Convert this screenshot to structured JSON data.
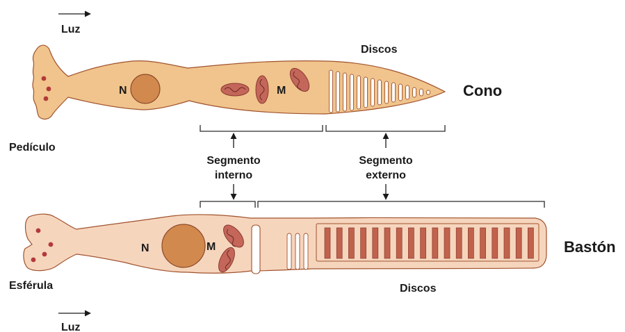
{
  "labels": {
    "luz_top": "Luz",
    "luz_bottom": "Luz",
    "discos_top": "Discos",
    "discos_bottom": "Discos",
    "cono": "Cono",
    "baston": "Bastón",
    "pediculo": "Pedículo",
    "esferula": "Esférula",
    "segmento_interno_1": "Segmento",
    "segmento_interno_2": "interno",
    "segmento_externo_1": "Segmento",
    "segmento_externo_2": "externo",
    "cone_nucleus": "N",
    "cone_mito": "M",
    "rod_nucleus": "N",
    "rod_mito": "M"
  },
  "colors": {
    "cone_fill": "#f0c48c",
    "cone_outline": "#a0522d",
    "rod_fill": "#f6d5bd",
    "rod_outline": "#a0522d",
    "nucleus": "#d2894e",
    "organelle": "#c4665a",
    "disc_dark": "#c0624c"
  }
}
